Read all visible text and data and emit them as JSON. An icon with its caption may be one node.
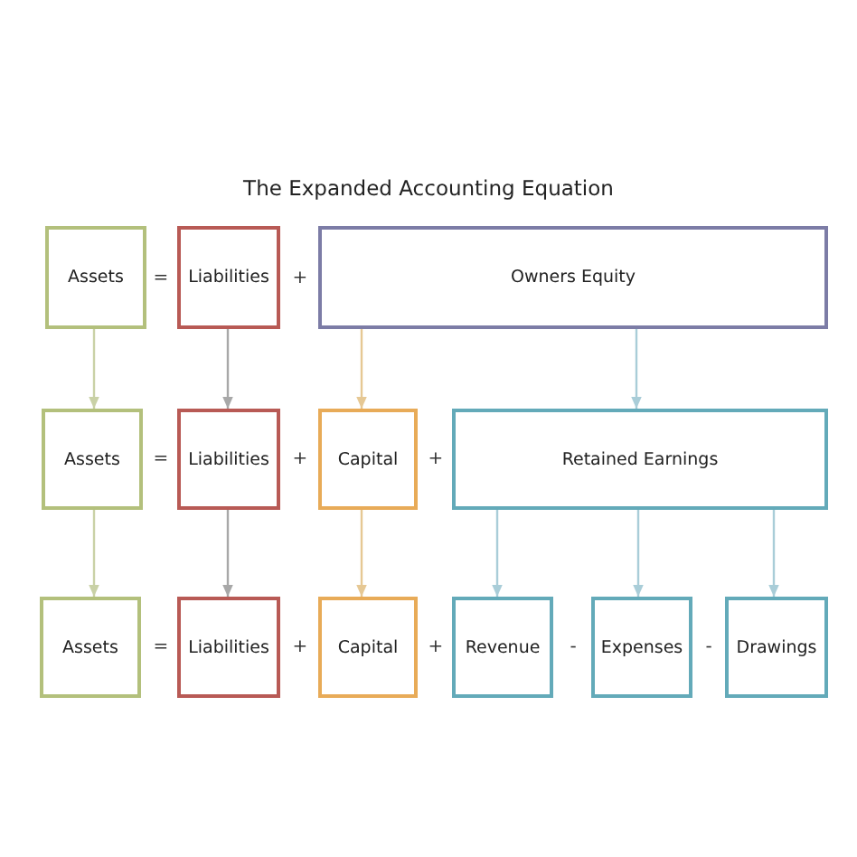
{
  "diagram": {
    "title": "The Expanded Accounting Equation",
    "nodes": [
      {
        "text": [
          "Assets"
        ]
      },
      {
        "text": [
          "Liabilities"
        ]
      },
      {
        "text": [
          "Owners Equity"
        ]
      },
      {
        "text": [
          "Assets"
        ]
      },
      {
        "text": [
          "Liabilities"
        ]
      },
      {
        "text": [
          "Capital"
        ]
      },
      {
        "text": [
          "Retained Earnings"
        ]
      },
      {
        "text": [
          "Assets"
        ]
      },
      {
        "text": [
          "Liabilities"
        ]
      },
      {
        "text": [
          "Capital"
        ]
      },
      {
        "text": [
          "Revenue"
        ]
      },
      {
        "text": [
          "Expenses"
        ]
      },
      {
        "text": [
          "Drawings"
        ]
      }
    ],
    "edges": [
      {
        "from": 0,
        "to": 3,
        "arrow": "to",
        "color": "#c9d1a6"
      },
      {
        "from": 1,
        "to": 4,
        "arrow": "to",
        "color": "#a8a8a8"
      },
      {
        "from": 2,
        "to": 5,
        "arrow": "to",
        "color": "#e6c894"
      },
      {
        "from": 2,
        "to": 6,
        "arrow": "to"
      },
      {
        "from": 3,
        "to": 7,
        "arrow": "to",
        "color": "#c9d1a6"
      },
      {
        "from": 4,
        "to": 8,
        "arrow": "to",
        "color": "#a8a8a8"
      },
      {
        "from": 5,
        "to": 9,
        "arrow": "to",
        "color": "#e6c894"
      },
      {
        "from": 6,
        "to": 10,
        "arrow": "to"
      },
      {
        "from": 6,
        "to": 11,
        "arrow": "to"
      },
      {
        "from": 6,
        "to": 12,
        "arrow": "to"
      }
    ],
    "labels": [
      "=",
      "+",
      "=",
      "+",
      "+",
      "=",
      "+",
      "+",
      "-",
      "-"
    ]
  }
}
